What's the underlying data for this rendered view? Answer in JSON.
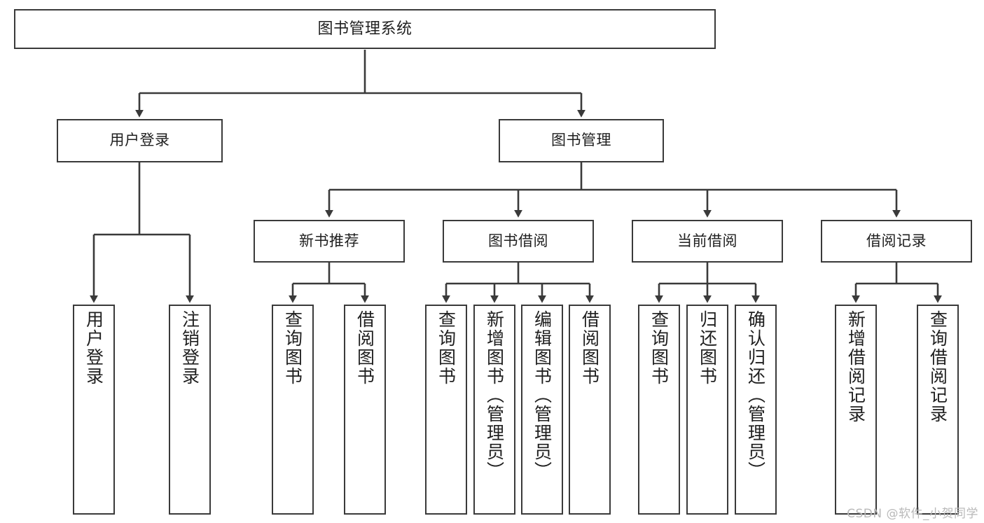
{
  "diagram": {
    "title": "图书管理系统",
    "type": "functional-structure-tree",
    "root": {
      "id": "root",
      "label": "图书管理系统"
    },
    "level1": [
      {
        "id": "login",
        "label": "用户登录"
      },
      {
        "id": "bookmgmt",
        "label": "图书管理"
      }
    ],
    "level2": [
      {
        "id": "newbook",
        "label": "新书推荐",
        "parent": "bookmgmt"
      },
      {
        "id": "borrow",
        "label": "图书借阅",
        "parent": "bookmgmt"
      },
      {
        "id": "current",
        "label": "当前借阅",
        "parent": "bookmgmt"
      },
      {
        "id": "records",
        "label": "借阅记录",
        "parent": "bookmgmt"
      }
    ],
    "leaves": {
      "login": [
        {
          "id": "login-1",
          "label": "用户登录"
        },
        {
          "id": "login-2",
          "label": "注销登录"
        }
      ],
      "newbook": [
        {
          "id": "newbook-1",
          "label": "查询图书"
        },
        {
          "id": "newbook-2",
          "label": "借阅图书"
        }
      ],
      "borrow": [
        {
          "id": "borrow-1",
          "label": "查询图书"
        },
        {
          "id": "borrow-2",
          "label": "新增图书（管理员）"
        },
        {
          "id": "borrow-3",
          "label": "编辑图书（管理员）"
        },
        {
          "id": "borrow-4",
          "label": "借阅图书"
        }
      ],
      "current": [
        {
          "id": "current-1",
          "label": "查询图书"
        },
        {
          "id": "current-2",
          "label": "归还图书"
        },
        {
          "id": "current-3",
          "label": "确认归还（管理员）"
        }
      ],
      "records": [
        {
          "id": "records-1",
          "label": "新增借阅记录"
        },
        {
          "id": "records-2",
          "label": "查询借阅记录"
        }
      ]
    }
  },
  "watermark": {
    "text": "CSDN @软件_小贺同学"
  },
  "colors": {
    "stroke": "#3a3a3a",
    "fill": "#ffffff",
    "text": "#1f1f1f",
    "watermark": "#b9b9b9"
  }
}
